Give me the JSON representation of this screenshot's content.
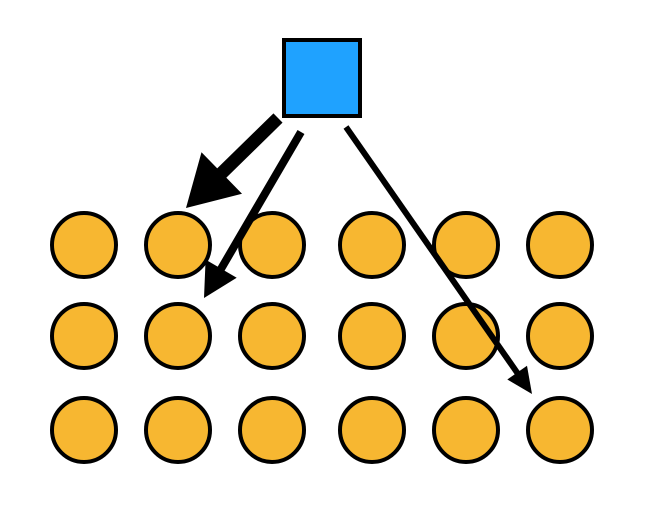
{
  "colors": {
    "background": "#ffffff",
    "source_fill": "#1fa2ff",
    "node_fill": "#f7b731",
    "stroke": "#000000"
  },
  "diagram": {
    "source": {
      "shape": "square"
    },
    "grid": {
      "rows": 3,
      "cols": 6,
      "node_shape": "circle"
    },
    "arrows": [
      {
        "id": "arrow-thick",
        "from": "source",
        "to": {
          "row": 0,
          "col": 1
        },
        "weight": "thick"
      },
      {
        "id": "arrow-medium",
        "from": "source",
        "to": {
          "row": 1,
          "col": 1
        },
        "weight": "medium"
      },
      {
        "id": "arrow-thin",
        "from": "source",
        "to": {
          "row": 2,
          "col": 5
        },
        "weight": "thin"
      }
    ]
  }
}
